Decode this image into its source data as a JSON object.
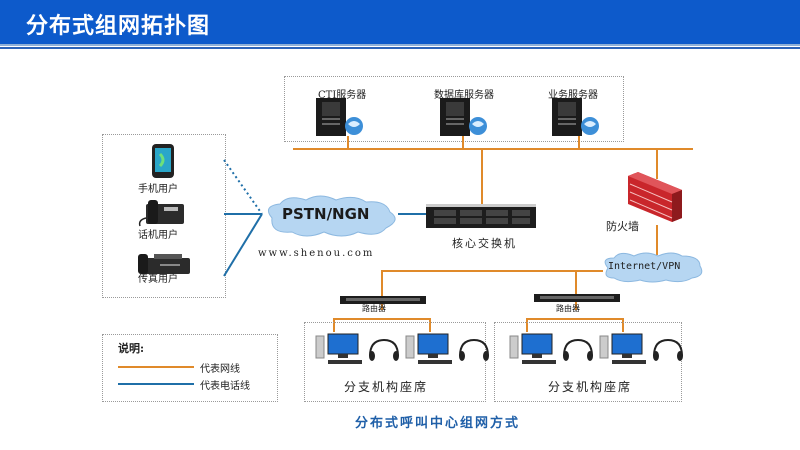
{
  "header": {
    "title": "分布式组网拓扑图"
  },
  "servers": [
    {
      "label": "CTI服务器"
    },
    {
      "label": "数据库服务器"
    },
    {
      "label": "业务服务器"
    }
  ],
  "users": [
    {
      "label": "手机用户"
    },
    {
      "label": "话机用户"
    },
    {
      "label": "传真用户"
    }
  ],
  "pstn": {
    "label": "PSTN/NGN",
    "website": "www.shenou.com"
  },
  "core_switch": {
    "label": "核心交换机"
  },
  "firewall": {
    "label": "防火墙"
  },
  "internet": {
    "label": "Internet/VPN"
  },
  "routers": [
    {
      "label": "路由器"
    },
    {
      "label": "路由器"
    }
  ],
  "branches": [
    {
      "label": "分支机构座席"
    },
    {
      "label": "分支机构座席"
    }
  ],
  "legend": {
    "title": "说明:",
    "items": [
      {
        "label": "代表网线",
        "color": "#e08a2a"
      },
      {
        "label": "代表电话线",
        "color": "#1f6fa8"
      }
    ]
  },
  "caption": "分布式呼叫中心组网方式",
  "colors": {
    "header": "#0d5acb",
    "network_line": "#e08a2a",
    "phone_line": "#1f6fa8",
    "caption": "#1f5fa8"
  }
}
